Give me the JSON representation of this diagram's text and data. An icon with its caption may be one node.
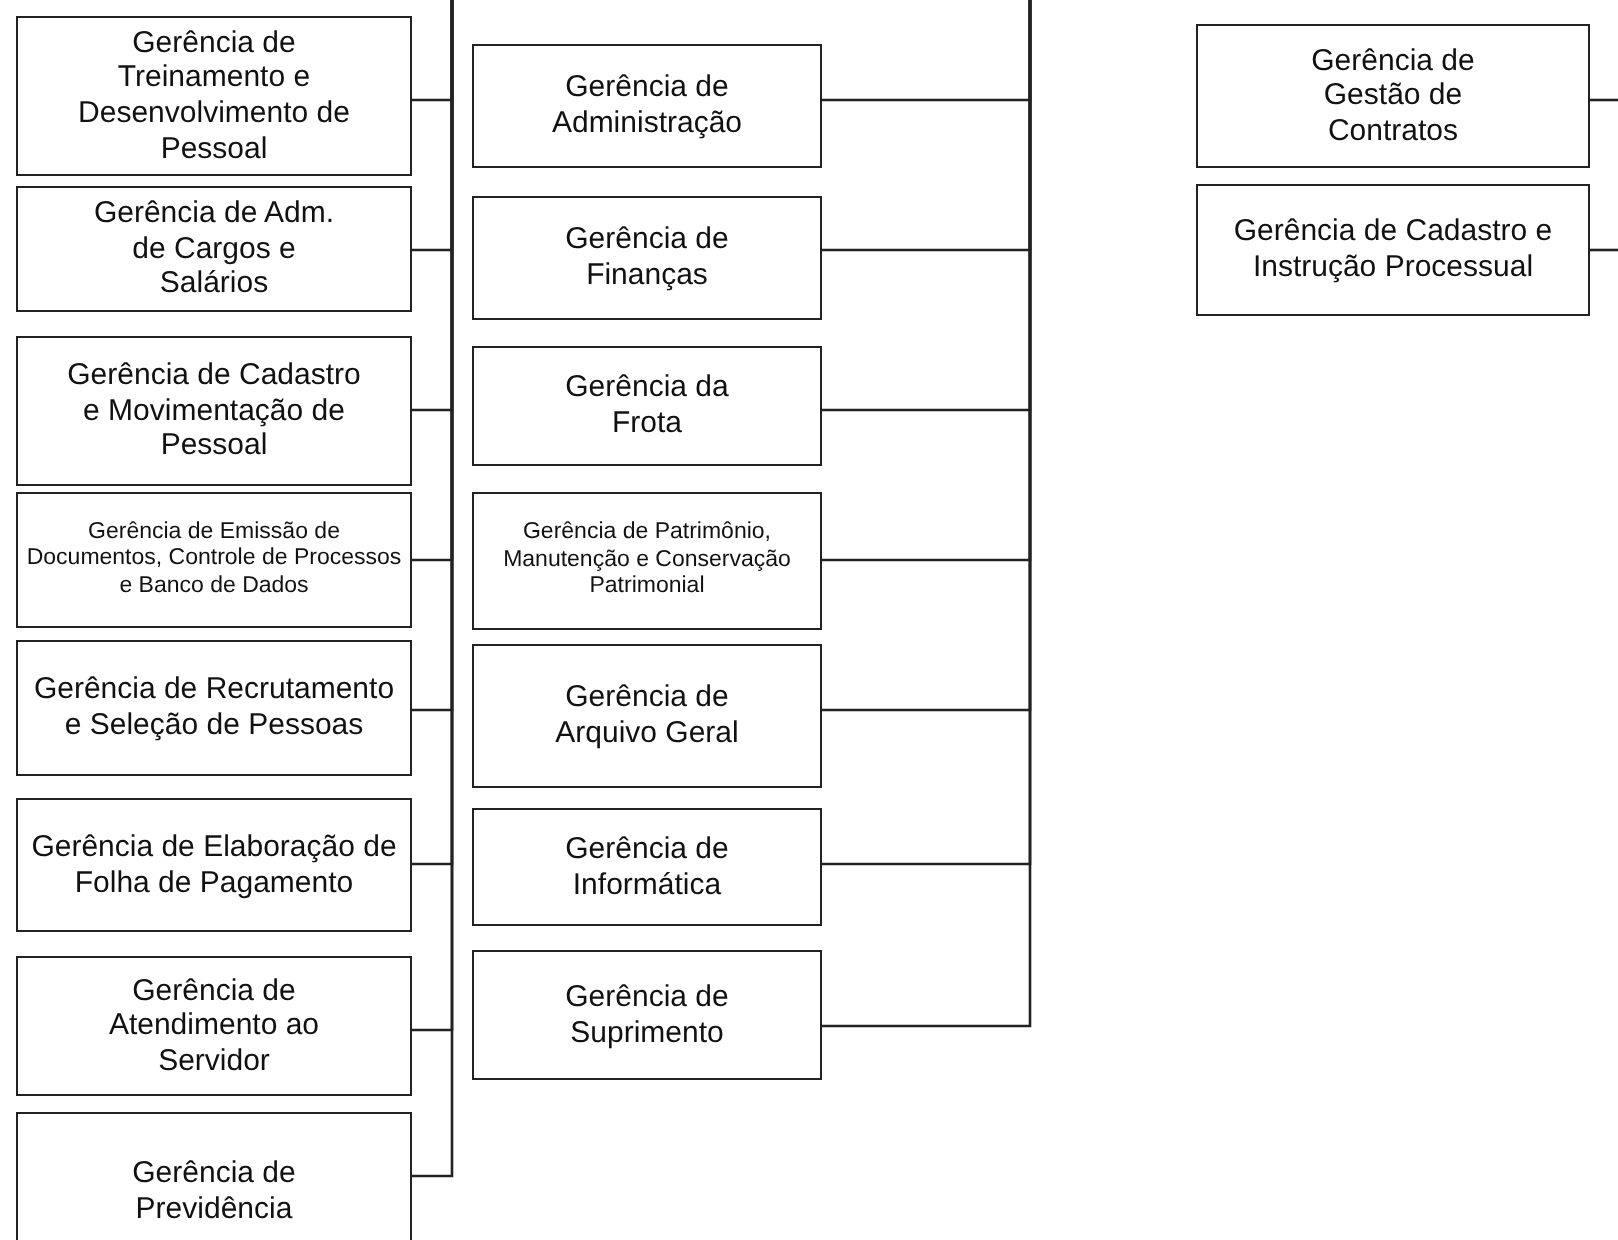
{
  "diagram": {
    "nodes": [
      {
        "text": [
          "Gerência de Treinamento e Desenvolvimento de Pessoal"
        ]
      },
      {
        "text": [
          "Gerência de Adm. de Cargos e Salários"
        ]
      },
      {
        "text": [
          "Gerência de Cadastro e Movimentação de Pessoal"
        ]
      },
      {
        "text": [
          "Gerência de Emissão de Documentos, Controle de Processos e Banco de Dados"
        ]
      },
      {
        "text": [
          "Gerência de Recrutamento e Seleção de Pessoas"
        ]
      },
      {
        "text": [
          "Gerência de Elaboração de Folha de Pagamento"
        ]
      },
      {
        "text": [
          "Gerência de Atendimento ao Servidor"
        ]
      },
      {
        "text": [
          "Gerência de Previdência"
        ]
      },
      {
        "text": [
          "Gerência de Administração"
        ]
      },
      {
        "text": [
          "Gerência de Finanças"
        ]
      },
      {
        "text": [
          "Gerência da Frota"
        ]
      },
      {
        "text": [
          "Gerência de Patrimônio, Manutenção e Conservação Patrimonial"
        ]
      },
      {
        "text": [
          "Gerência de Arquivo Geral"
        ]
      },
      {
        "text": [
          "Gerência de Informática"
        ]
      },
      {
        "text": [
          "Gerência de Suprimento"
        ]
      },
      {
        "text": [
          "Gerência de Gestão de Contratos"
        ]
      },
      {
        "text": [
          "Gerência de Cadastro e Instrução Processual"
        ]
      }
    ],
    "edges": [
      {
        "from": null,
        "to": 0,
        "arrow": "none"
      },
      {
        "from": null,
        "to": 1,
        "arrow": "none"
      },
      {
        "from": null,
        "to": 2,
        "arrow": "none"
      },
      {
        "from": null,
        "to": 3,
        "arrow": "none"
      },
      {
        "from": null,
        "to": 4,
        "arrow": "none"
      },
      {
        "from": null,
        "to": 5,
        "arrow": "none"
      },
      {
        "from": null,
        "to": 6,
        "arrow": "none"
      },
      {
        "from": null,
        "to": 7,
        "arrow": "none"
      },
      {
        "from": null,
        "to": 8,
        "arrow": "none"
      },
      {
        "from": null,
        "to": 9,
        "arrow": "none"
      },
      {
        "from": null,
        "to": 10,
        "arrow": "none"
      },
      {
        "from": null,
        "to": 11,
        "arrow": "none"
      },
      {
        "from": null,
        "to": 12,
        "arrow": "none"
      },
      {
        "from": null,
        "to": 13,
        "arrow": "none"
      },
      {
        "from": null,
        "to": 14,
        "arrow": "none"
      },
      {
        "from": null,
        "to": 15,
        "arrow": "none"
      },
      {
        "from": null,
        "to": 16,
        "arrow": "none"
      }
    ]
  }
}
